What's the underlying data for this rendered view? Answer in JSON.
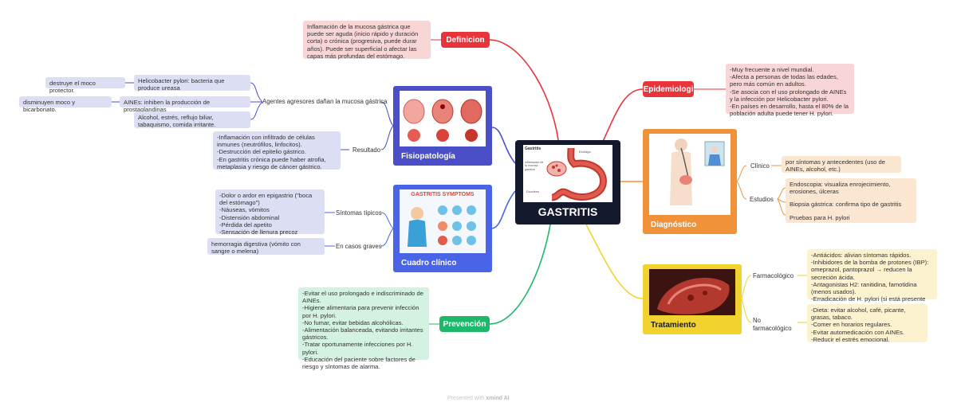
{
  "center": {
    "title": "GASTRITIS",
    "image_labels": [
      "Gastritis",
      "Esófago",
      "Inflamación de la mucosa gástrica",
      "Duodeno"
    ]
  },
  "definicion": {
    "label": "Definicion",
    "color": "#e8353b",
    "text": "Inflamación de la mucosa gástrica que puede ser aguda (inicio rápido y duración corta) o crónica (progresiva, puede durar años). Puede ser superficial o afectar las capas más profundas del estómago."
  },
  "epidemiologi": {
    "label": "Epidemiologi",
    "color": "#e8353b",
    "text": "-Muy frecuente a nivel mundial.\n-Afecta a personas de todas las edades, pero más común en adultos.\n-Se asocia con el uso prolongado de AINEs y la infección por Helicobacter pylori.\n-En países en desarrollo, hasta el 80% de la población adulta puede tener H. pylori."
  },
  "fisiopatologia": {
    "label": "Fisiopatología",
    "color": "#4a4fc7",
    "agentes": {
      "label": "Agentes agresores dañan la mucosa gástrica",
      "items": [
        {
          "text": "Helicobacter pylori: bacteria que produce ureasa",
          "detail": "destruye el moco protector."
        },
        {
          "text": "AINEs: inhiben la producción de prostaglandinas",
          "detail": "disminuyen moco y bicarbonato."
        },
        {
          "text": "Alcohol, estrés, reflujo biliar, tabaquismo, comida irritante.",
          "detail": ""
        }
      ]
    },
    "resultado": {
      "label": "Resultado",
      "text": "-Inflamación con infiltrado de células inmunes (neutrófilos, linfocitos).\n-Destrucción del epitelio gástrico.\n-En gastritis crónica puede haber atrofia, metaplasia y riesgo de cáncer gástrico."
    }
  },
  "cuadro": {
    "label": "Cuadro clínico",
    "color": "#4a64e8",
    "image_title": "GASTRITIS SYMPTOMS",
    "sintomas": {
      "label": "Síntomas típicos",
      "text": "-Dolor o ardor en epigastrio (\"boca del estómago\")\n-Náuseas, vómitos\n-Distensión abdominal\n-Pérdida del apetito\n-Sensación de llenura precoz"
    },
    "graves": {
      "label": "En casos graves",
      "text": "hemorragia digestiva (vómito con sangre o melena)"
    }
  },
  "diagnostico": {
    "label": "Diagnóstico",
    "color": "#f0923a",
    "clinico": {
      "label": "Clínico",
      "text": "por síntomas y antecedentes (uso de AINEs, alcohol, etc.)"
    },
    "estudios": {
      "label": "Estudios",
      "items": [
        "Endoscopia: visualiza enrojecimiento, erosiones, úlceras",
        "Biopsia gástrica: confirma tipo de gastritis",
        "Pruebas para H. pylori"
      ]
    }
  },
  "tratamiento": {
    "label": "Tratamiento",
    "color": "#f2d22e",
    "farmacologico": {
      "label": "Farmacológico",
      "text": "-Antiácidos: alivian síntomas rápidos.\n-Inhibidores de la bomba de protones (IBP): omeprazol, pantoprazol → reducen la secreción ácida.\n-Antagonistas H2: ranitidina, famotidina (menos usados).\n-Erradicación de H. pylori (si está presente"
    },
    "no_farmacologico": {
      "label": "No farmacológico",
      "text": "-Dieta: evitar alcohol, café, picante, grasas, tabaco.\n-Comer en horarios regulares.\n-Evitar automedicación con AINEs.\n-Reducir el estrés emocional."
    }
  },
  "prevencion": {
    "label": "Prevención",
    "color": "#1eb86a",
    "text": "-Evitar el uso prolongado e indiscriminado de AINEs.\n-Higiene alimentaria para prevenir infección por H. pylori.\n-No fumar, evitar bebidas alcohólicas.\n-Alimentación balanceada, evitando irritantes gástricos.\n-Tratar oportunamente infecciones por H. pylori.\n-Educación del paciente sobre factores de riesgo y síntomas de alarma."
  },
  "footer": {
    "prefix": "Presented with",
    "brand": "xmind AI"
  }
}
